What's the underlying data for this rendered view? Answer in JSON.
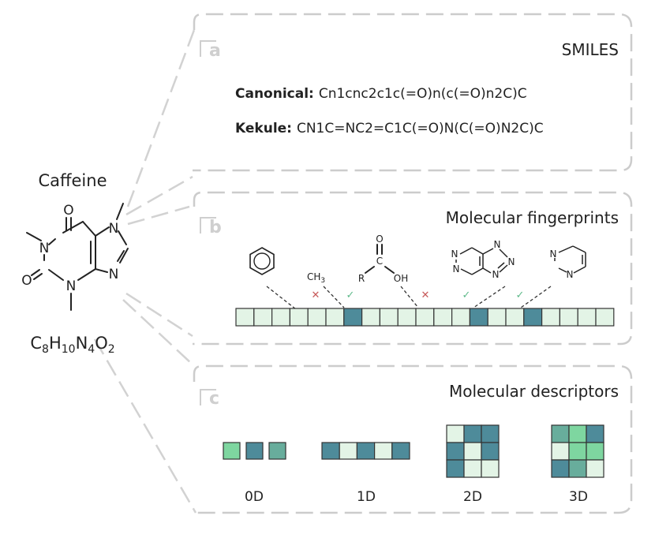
{
  "molecule": {
    "name": "Caffeine",
    "formula_parts": [
      {
        "t": "C",
        "sub": false
      },
      {
        "t": "8",
        "sub": true
      },
      {
        "t": "H",
        "sub": false
      },
      {
        "t": "10",
        "sub": true
      },
      {
        "t": "N",
        "sub": false
      },
      {
        "t": "4",
        "sub": true
      },
      {
        "t": "O",
        "sub": false
      },
      {
        "t": "2",
        "sub": true
      }
    ],
    "atom_O": "O",
    "atom_N": "N"
  },
  "panels": {
    "a": {
      "letter": "a",
      "title": "SMILES",
      "canonical_label": "Canonical:",
      "canonical_value": "Cn1cnc2c1c(=O)n(c(=O)n2C)C",
      "kekule_label": "Kekule:",
      "kekule_value": "CN1C=NC2=C1C(=O)N(C(=O)N2C)C"
    },
    "b": {
      "letter": "b",
      "title": "Molecular fingerprints",
      "fragment_ch3": "CH",
      "fragment_ch3_sub": "3",
      "fragment_c": "C",
      "fragment_o": "O",
      "fragment_r": "R",
      "fragment_oh": "OH",
      "fragment_n": "N",
      "check": "✓",
      "cross": "✕",
      "bits": [
        0,
        0,
        0,
        0,
        0,
        0,
        1,
        0,
        0,
        0,
        0,
        0,
        0,
        1,
        0,
        0,
        1,
        0,
        0,
        0,
        0
      ],
      "colors": {
        "off": "#e3f4e6",
        "on": "#4e8b9a"
      }
    },
    "c": {
      "letter": "c",
      "title": "Molecular descriptors",
      "labels": [
        "0D",
        "1D",
        "2D",
        "3D"
      ],
      "d0": [
        "#7ed6a0",
        "#4e8b9a",
        "#68ad9c"
      ],
      "d1": [
        "#4e8b9a",
        "#e3f4e6",
        "#4e8b9a",
        "#e3f4e6",
        "#4e8b9a"
      ],
      "d2": [
        "#e3f4e6",
        "#4e8b9a",
        "#4e8b9a",
        "#4e8b9a",
        "#e3f4e6",
        "#4e8b9a",
        "#4e8b9a",
        "#e3f4e6",
        "#e3f4e6"
      ],
      "d3": [
        "#68ad9c",
        "#7ed6a0",
        "#4e8b9a",
        "#e3f4e6",
        "#7ed6a0",
        "#7ed6a0",
        "#4e8b9a",
        "#68ad9c",
        "#e3f4e6"
      ]
    }
  }
}
